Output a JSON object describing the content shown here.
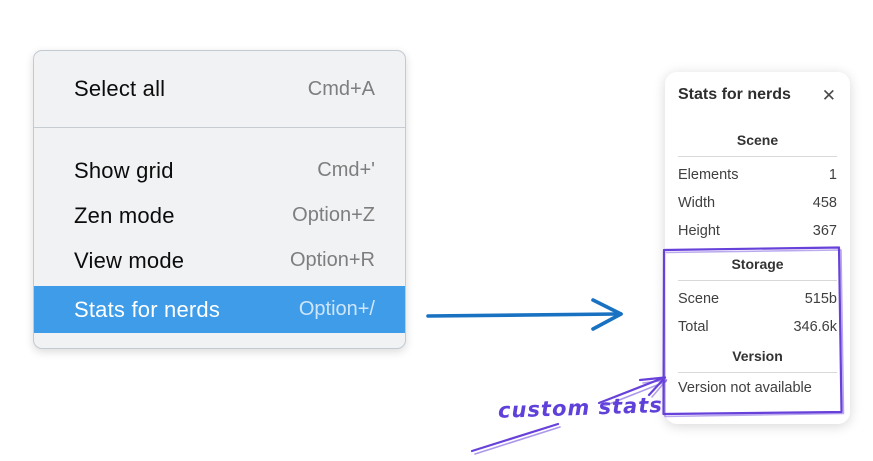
{
  "context_menu": {
    "items": [
      {
        "label": "Select all",
        "shortcut": "Cmd+A",
        "selected": false
      },
      {
        "label": "Show grid",
        "shortcut": "Cmd+'",
        "selected": false
      },
      {
        "label": "Zen mode",
        "shortcut": "Option+Z",
        "selected": false
      },
      {
        "label": "View mode",
        "shortcut": "Option+R",
        "selected": false
      },
      {
        "label": "Stats for nerds",
        "shortcut": "Option+/",
        "selected": true
      }
    ]
  },
  "stats_panel": {
    "title": "Stats for nerds",
    "close_icon": "✕",
    "sections": [
      {
        "heading": "Scene",
        "rows": [
          {
            "label": "Elements",
            "value": "1"
          },
          {
            "label": "Width",
            "value": "458"
          },
          {
            "label": "Height",
            "value": "367"
          }
        ]
      },
      {
        "heading": "Storage",
        "rows": [
          {
            "label": "Scene",
            "value": "515b"
          },
          {
            "label": "Total",
            "value": "346.6k"
          }
        ]
      },
      {
        "heading": "Version",
        "note": "Version not available"
      }
    ]
  },
  "annotations": {
    "custom_stats_label": "custom stats",
    "colors": {
      "menu_highlight": "#3e9ce9",
      "arrow_blue": "#1971c2",
      "annotation_purple": "#6741d9"
    }
  }
}
